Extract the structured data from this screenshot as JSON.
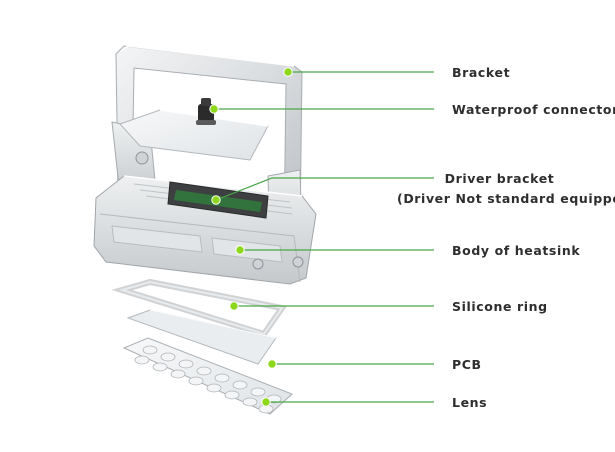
{
  "accent_color": "#4aa74a",
  "dot_color": "#8ed81c",
  "parts": {
    "bracket": {
      "label": "Bracket"
    },
    "connector": {
      "label": "Waterproof connector"
    },
    "driver": {
      "line1": "Driver bracket",
      "line2": "(Driver Not standard equipped)"
    },
    "heatsink": {
      "label": "Body of heatsink"
    },
    "silicone": {
      "label": "Silicone ring"
    },
    "pcb": {
      "label": "PCB"
    },
    "lens": {
      "label": "Lens"
    }
  }
}
